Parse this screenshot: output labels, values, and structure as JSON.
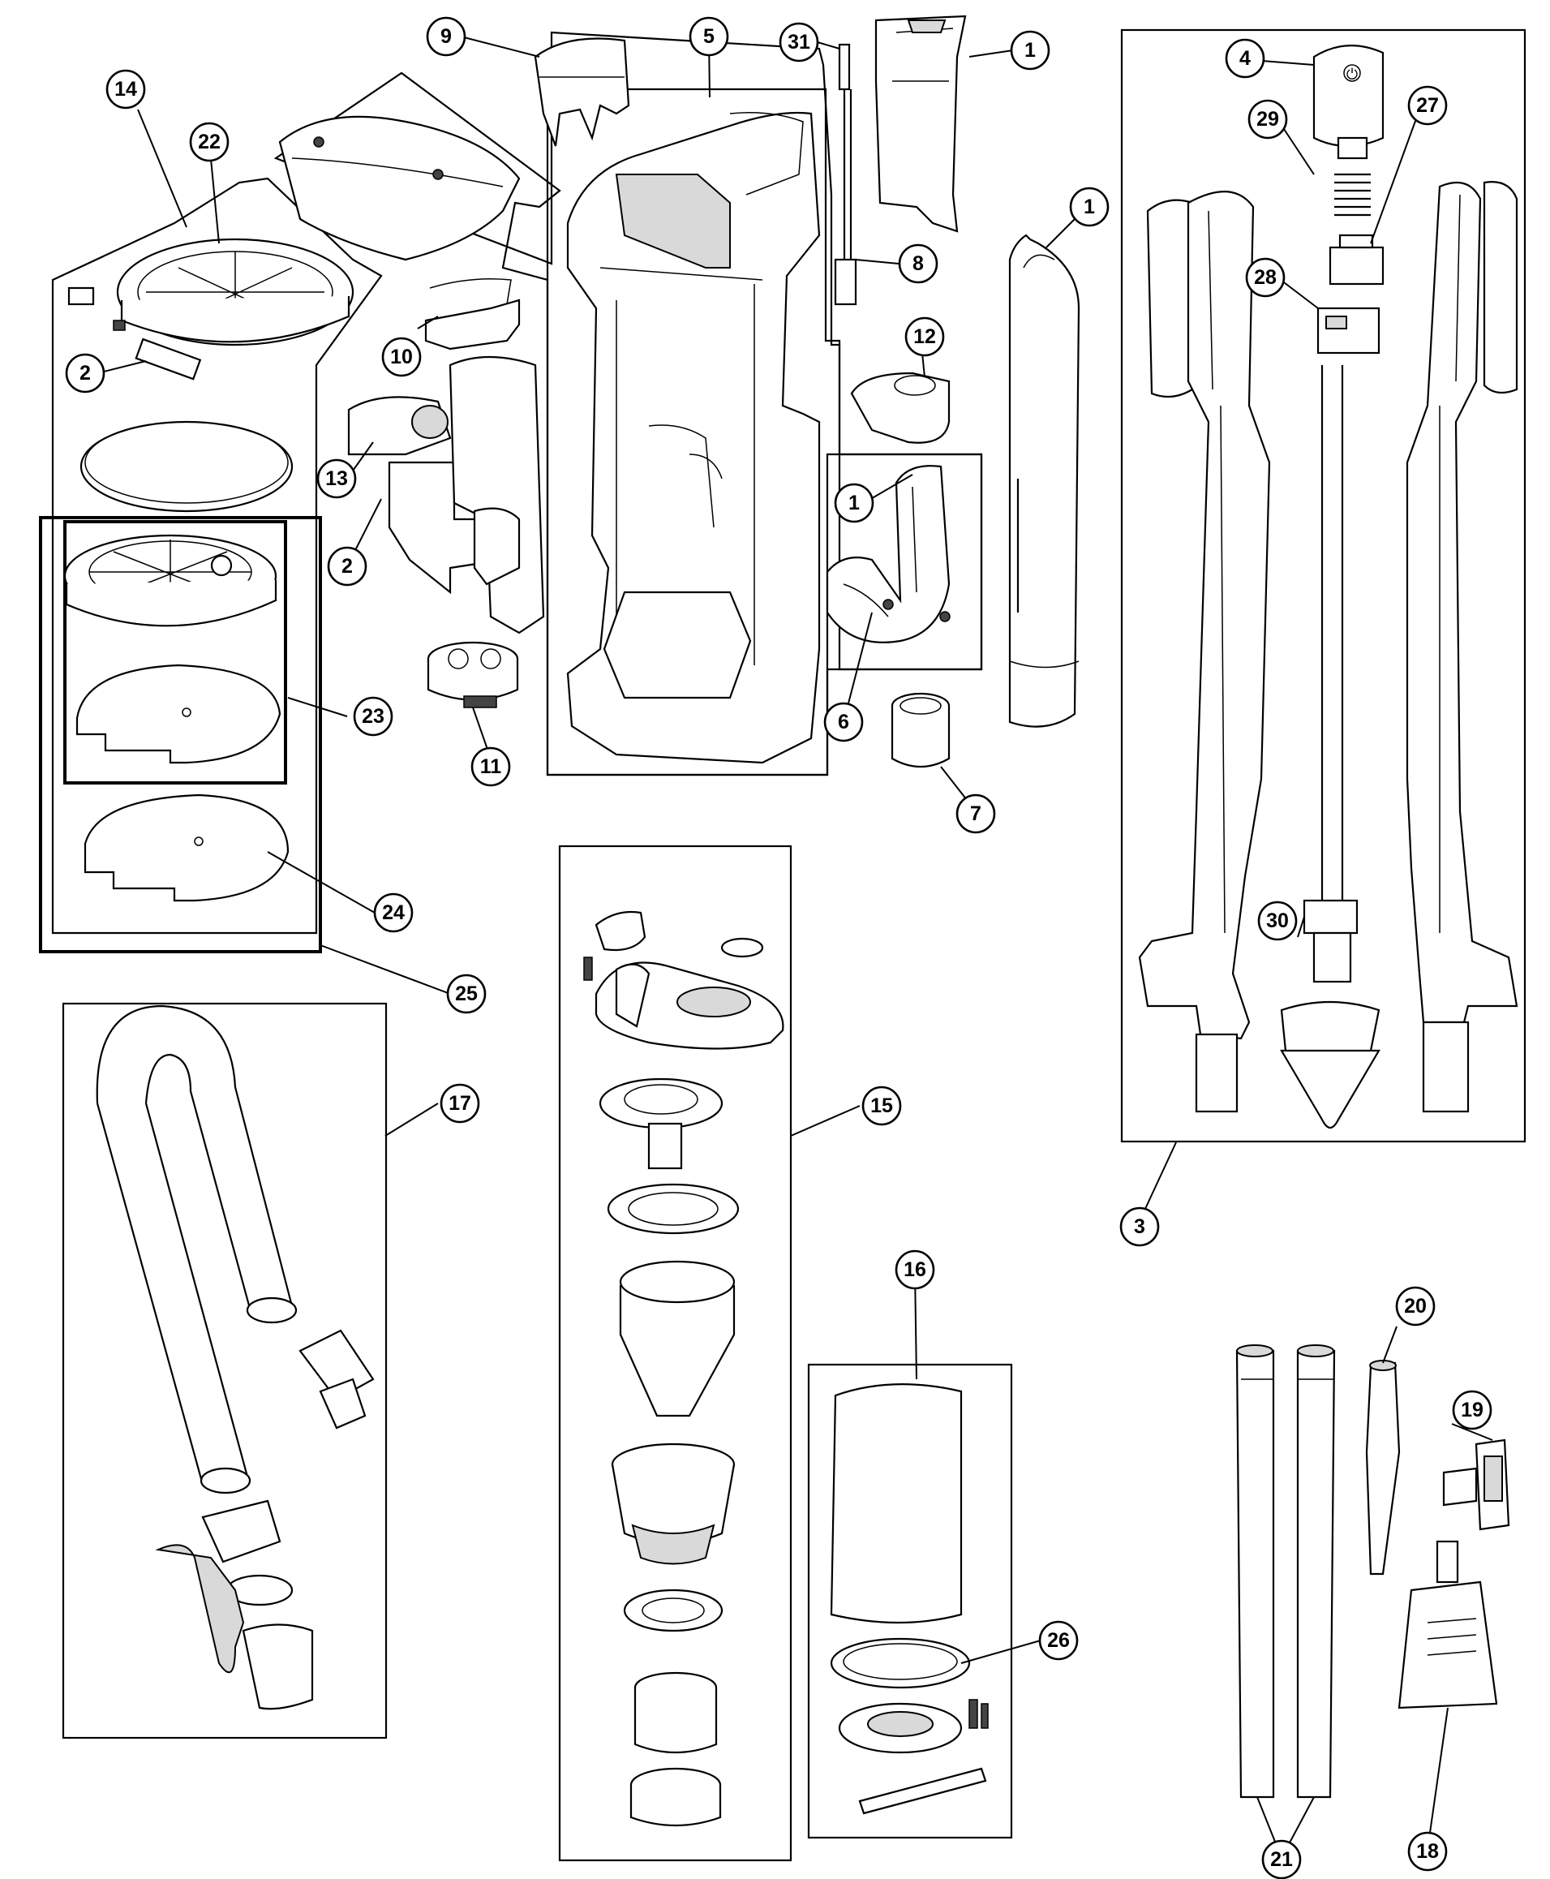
{
  "callouts": [
    {
      "id": "c1a",
      "label": "1"
    },
    {
      "id": "c1b",
      "label": "1"
    },
    {
      "id": "c1c",
      "label": "1"
    },
    {
      "id": "c2a",
      "label": "2"
    },
    {
      "id": "c2b",
      "label": "2"
    },
    {
      "id": "c3",
      "label": "3"
    },
    {
      "id": "c4",
      "label": "4"
    },
    {
      "id": "c5",
      "label": "5"
    },
    {
      "id": "c6",
      "label": "6"
    },
    {
      "id": "c7",
      "label": "7"
    },
    {
      "id": "c8",
      "label": "8"
    },
    {
      "id": "c9",
      "label": "9"
    },
    {
      "id": "c10",
      "label": "10"
    },
    {
      "id": "c11",
      "label": "11"
    },
    {
      "id": "c12",
      "label": "12"
    },
    {
      "id": "c13",
      "label": "13"
    },
    {
      "id": "c14",
      "label": "14"
    },
    {
      "id": "c15",
      "label": "15"
    },
    {
      "id": "c16",
      "label": "16"
    },
    {
      "id": "c17",
      "label": "17"
    },
    {
      "id": "c18",
      "label": "18"
    },
    {
      "id": "c19",
      "label": "19"
    },
    {
      "id": "c20",
      "label": "20"
    },
    {
      "id": "c21",
      "label": "21"
    },
    {
      "id": "c22",
      "label": "22"
    },
    {
      "id": "c23",
      "label": "23"
    },
    {
      "id": "c24",
      "label": "24"
    },
    {
      "id": "c25",
      "label": "25"
    },
    {
      "id": "c26",
      "label": "26"
    },
    {
      "id": "c27",
      "label": "27"
    },
    {
      "id": "c28",
      "label": "28"
    },
    {
      "id": "c29",
      "label": "29"
    },
    {
      "id": "c30",
      "label": "30"
    },
    {
      "id": "c31",
      "label": "31"
    }
  ],
  "switch_symbol": "⏻"
}
